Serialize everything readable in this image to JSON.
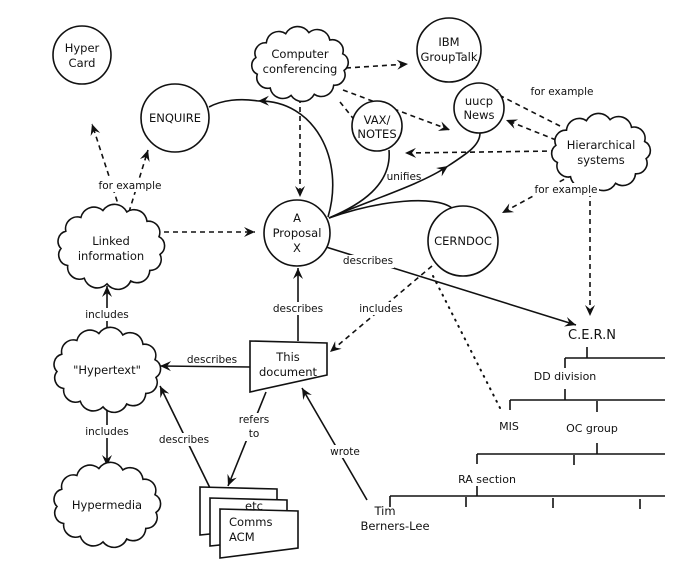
{
  "nodes": {
    "hypercard": [
      "Hyper",
      "Card"
    ],
    "enquire": "ENQUIRE",
    "computer_conferencing": [
      "Computer",
      "conferencing"
    ],
    "ibm_grouptalk": [
      "IBM",
      "GroupTalk"
    ],
    "vax_notes": [
      "VAX/",
      "NOTES"
    ],
    "uucp_news": [
      "uucp",
      "News"
    ],
    "hierarchical_systems": [
      "Hierarchical",
      "systems"
    ],
    "linked_information": [
      "Linked",
      "information"
    ],
    "proposal": [
      "A",
      "Proposal",
      "X"
    ],
    "cerndoc": "CERNDOC",
    "this_document": [
      "This",
      "document"
    ],
    "hypertext": "\"Hypertext\"",
    "hypermedia": "Hypermedia",
    "comms_acm": [
      "Comms",
      "ACM"
    ],
    "etc": "etc",
    "tim": [
      "Tim",
      "Berners-Lee"
    ]
  },
  "org_chart": {
    "root": "C.E.R.N",
    "division": "DD division",
    "mis": "MIS",
    "group": "OC group",
    "section": "RA section"
  },
  "edge_labels": {
    "for_example_linked": "for example",
    "for_example_ibm": "for example",
    "for_example_cerndoc": "for example",
    "unifies": "unifies",
    "describes_cern": "describes",
    "describes_proposal": "describes",
    "includes_cerndoc": "includes",
    "describes_hypertext": "describes",
    "includes_linked": "includes",
    "includes_hypermedia": "includes",
    "describes_comms": "describes",
    "refers_to": [
      "refers",
      "to"
    ],
    "wrote": "wrote"
  },
  "colors": {
    "ink": "#111111",
    "background": "#ffffff"
  }
}
